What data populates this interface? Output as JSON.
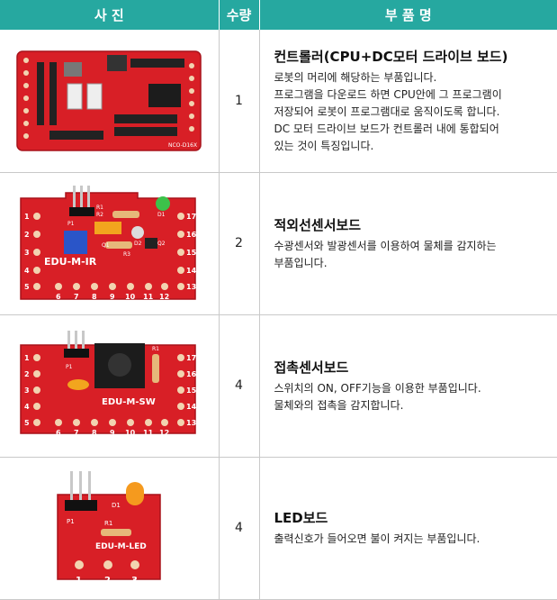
{
  "header": {
    "col_photo": "사 진",
    "col_qty": "수량",
    "col_name": "부 품 명"
  },
  "rows": [
    {
      "qty": "1",
      "title": "컨트롤러(CPU+DC모터 드라이브 보드)",
      "text": "로봇의 머리에 해당하는 부품입니다.\n프로그램을 다운로드 하면 CPU안에 그 프로그램이\n저장되어 로봇이 프로그램대로 움직이도록 합니다.\nDC 모터 드라이브 보드가 컨트롤러 내에 통합되어\n있는 것이 특징입니다.",
      "board_labels": [
        "NCO-D16X"
      ]
    },
    {
      "qty": "2",
      "title": "적외선센서보드",
      "text": "수광센서와 발광센서를 이용하여 물체를 감지하는\n부품입니다.",
      "board_labels": [
        "EDU-M-IR",
        "1",
        "2",
        "3",
        "4",
        "5",
        "6",
        "7",
        "8",
        "9",
        "10",
        "11",
        "12",
        "13",
        "14",
        "15",
        "16",
        "17",
        "R1",
        "R2",
        "R3",
        "D1",
        "D2",
        "Q1",
        "Q2",
        "P1"
      ]
    },
    {
      "qty": "4",
      "title": "접촉센서보드",
      "text": "스위치의 ON, OFF기능을 이용한 부품입니다.\n물체와의 접촉을 감지합니다.",
      "board_labels": [
        "EDU-M-SW",
        "1",
        "2",
        "3",
        "4",
        "5",
        "6",
        "7",
        "8",
        "9",
        "10",
        "11",
        "12",
        "13",
        "14",
        "15",
        "16",
        "17",
        "R1",
        "P1"
      ]
    },
    {
      "qty": "4",
      "title": "LED보드",
      "text": "출력신호가 들어오면 불이 켜지는 부품입니다.",
      "board_labels": [
        "EDU-M-LED",
        "1",
        "2",
        "3",
        "D1",
        "R1",
        "P1"
      ]
    }
  ],
  "colors": {
    "header_bg": "#26a8a0",
    "board_red": "#d81f26",
    "border": "#c9c9c9"
  }
}
